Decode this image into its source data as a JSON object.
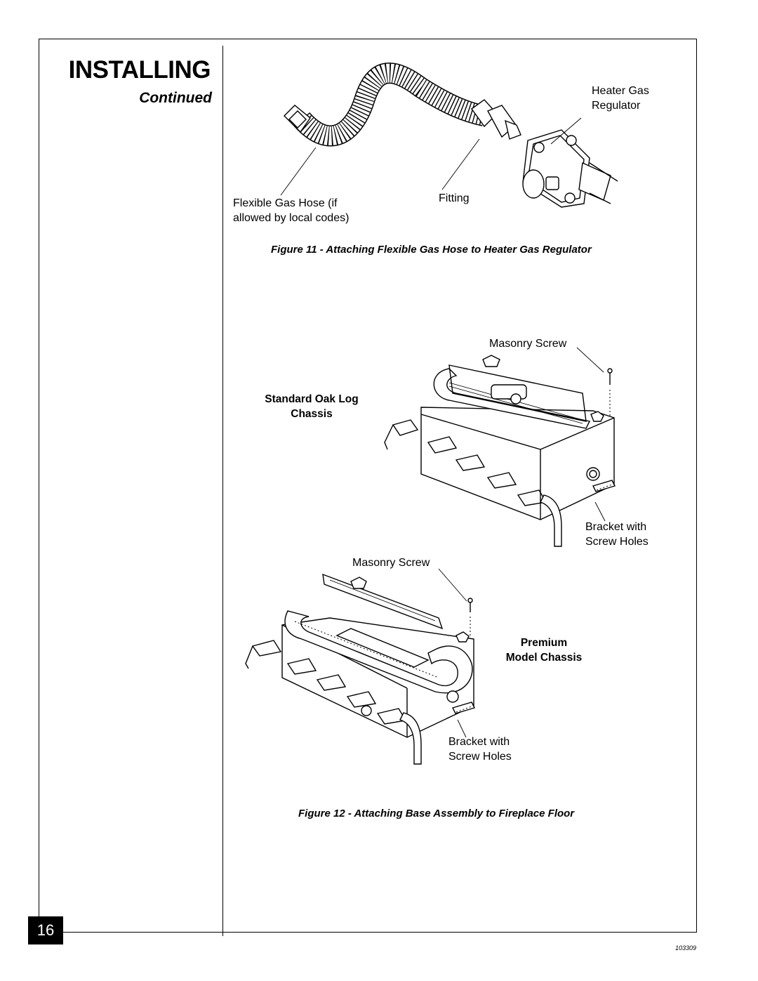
{
  "section": {
    "title": "INSTALLING",
    "subtitle": "Continued"
  },
  "figure11": {
    "caption": "Figure 11 - Attaching Flexible Gas Hose to Heater Gas Regulator",
    "labels": {
      "regulator": "Heater Gas\nRegulator",
      "hose": "Flexible Gas Hose (if\nallowed by local codes)",
      "fitting": "Fitting"
    }
  },
  "figure12": {
    "caption": "Figure 12 - Attaching Base Assembly to Fireplace Floor",
    "standard": {
      "title": "Standard Oak Log\nChassis",
      "screw": "Masonry Screw",
      "bracket": "Bracket with\nScrew Holes"
    },
    "premium": {
      "title": "Premium\nModel Chassis",
      "screw": "Masonry Screw",
      "bracket": "Bracket with\nScrew Holes"
    }
  },
  "page": {
    "number": "16",
    "code": "103309"
  }
}
